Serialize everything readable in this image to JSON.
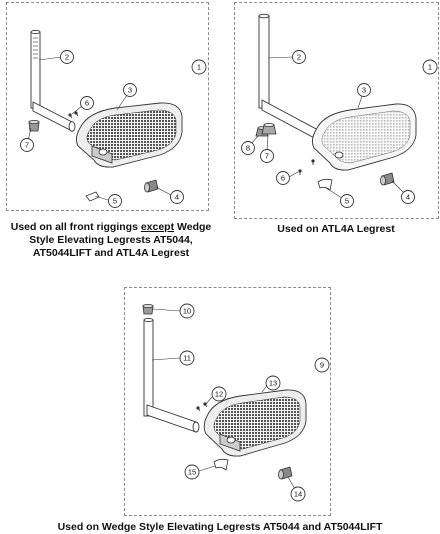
{
  "diagrams": [
    {
      "caption_parts": [
        "Used on all front riggings ",
        "except",
        " Wedge Style Elevating Legrests AT5044, AT5044LIFT and ATL4A Legrest"
      ],
      "callouts": [
        "1",
        "2",
        "3",
        "4",
        "5",
        "6",
        "7"
      ]
    },
    {
      "caption": "Used on ATL4A Legrest",
      "callouts": [
        "1",
        "2",
        "3",
        "4",
        "5",
        "6",
        "7",
        "8"
      ]
    },
    {
      "caption": "Used on Wedge Style Elevating Legrests AT5044 and AT5044LIFT",
      "callouts": [
        "9",
        "10",
        "11",
        "12",
        "13",
        "14",
        "15"
      ]
    }
  ]
}
